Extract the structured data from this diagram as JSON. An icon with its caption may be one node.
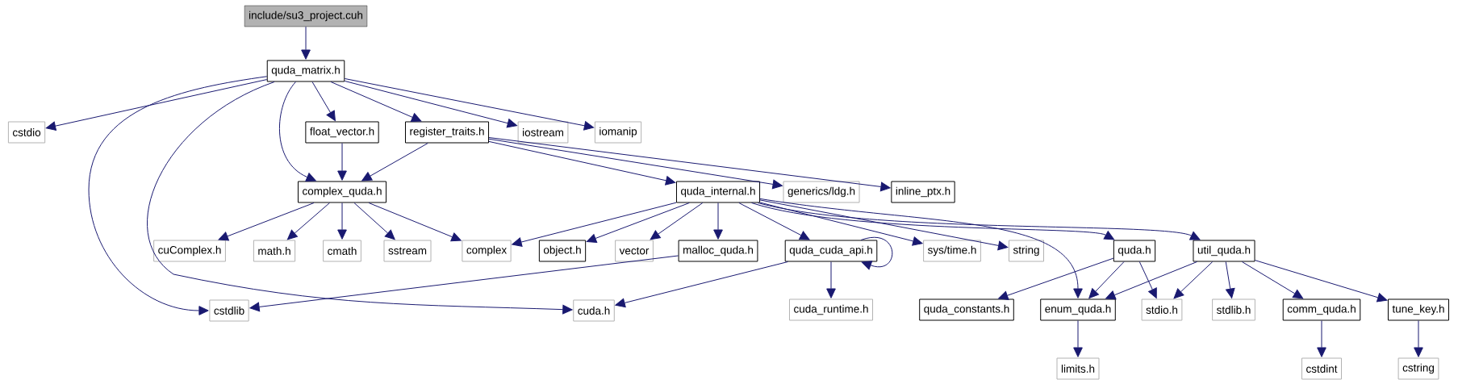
{
  "diagram": {
    "nodes": [
      {
        "text": [
          "include/su3_project.cuh"
        ]
      },
      {
        "text": [
          "quda_matrix.h"
        ]
      },
      {
        "text": [
          "cstdio"
        ]
      },
      {
        "text": [
          "float_vector.h"
        ]
      },
      {
        "text": [
          "register_traits.h"
        ]
      },
      {
        "text": [
          "iostream"
        ]
      },
      {
        "text": [
          "iomanip"
        ]
      },
      {
        "text": [
          "complex_quda.h"
        ]
      },
      {
        "text": [
          "quda_internal.h"
        ]
      },
      {
        "text": [
          "generics/ldg.h"
        ]
      },
      {
        "text": [
          "inline_ptx.h"
        ]
      },
      {
        "text": [
          "cuComplex.h"
        ]
      },
      {
        "text": [
          "math.h"
        ]
      },
      {
        "text": [
          "cmath"
        ]
      },
      {
        "text": [
          "sstream"
        ]
      },
      {
        "text": [
          "complex"
        ]
      },
      {
        "text": [
          "object.h"
        ]
      },
      {
        "text": [
          "vector"
        ]
      },
      {
        "text": [
          "malloc_quda.h"
        ]
      },
      {
        "text": [
          "quda_cuda_api.h"
        ]
      },
      {
        "text": [
          "sys/time.h"
        ]
      },
      {
        "text": [
          "string"
        ]
      },
      {
        "text": [
          "quda.h"
        ]
      },
      {
        "text": [
          "util_quda.h"
        ]
      },
      {
        "text": [
          "cstdlib"
        ]
      },
      {
        "text": [
          "cuda.h"
        ]
      },
      {
        "text": [
          "cuda_runtime.h"
        ]
      },
      {
        "text": [
          "quda_constants.h"
        ]
      },
      {
        "text": [
          "enum_quda.h"
        ]
      },
      {
        "text": [
          "stdio.h"
        ]
      },
      {
        "text": [
          "stdlib.h"
        ]
      },
      {
        "text": [
          "comm_quda.h"
        ]
      },
      {
        "text": [
          "tune_key.h"
        ]
      },
      {
        "text": [
          "limits.h"
        ]
      },
      {
        "text": [
          "cstdint"
        ]
      },
      {
        "text": [
          "cstring"
        ]
      }
    ],
    "edges": [
      {
        "from": 0,
        "to": 1,
        "arrow": "to"
      },
      {
        "from": 1,
        "to": 2,
        "arrow": "to"
      },
      {
        "from": 1,
        "to": 24,
        "arrow": "to"
      },
      {
        "from": 1,
        "to": 25,
        "arrow": "to"
      },
      {
        "from": 1,
        "to": 7,
        "arrow": "to"
      },
      {
        "from": 1,
        "to": 3,
        "arrow": "to"
      },
      {
        "from": 1,
        "to": 4,
        "arrow": "to"
      },
      {
        "from": 1,
        "to": 5,
        "arrow": "to"
      },
      {
        "from": 1,
        "to": 6,
        "arrow": "to"
      },
      {
        "from": 3,
        "to": 7,
        "arrow": "to"
      },
      {
        "from": 4,
        "to": 7,
        "arrow": "to"
      },
      {
        "from": 4,
        "to": 8,
        "arrow": "to"
      },
      {
        "from": 4,
        "to": 9,
        "arrow": "to"
      },
      {
        "from": 4,
        "to": 10,
        "arrow": "to"
      },
      {
        "from": 7,
        "to": 11,
        "arrow": "to"
      },
      {
        "from": 7,
        "to": 12,
        "arrow": "to"
      },
      {
        "from": 7,
        "to": 13,
        "arrow": "to"
      },
      {
        "from": 7,
        "to": 14,
        "arrow": "to"
      },
      {
        "from": 7,
        "to": 15,
        "arrow": "to"
      },
      {
        "from": 8,
        "to": 15,
        "arrow": "to"
      },
      {
        "from": 8,
        "to": 16,
        "arrow": "to"
      },
      {
        "from": 8,
        "to": 17,
        "arrow": "to"
      },
      {
        "from": 8,
        "to": 18,
        "arrow": "to"
      },
      {
        "from": 8,
        "to": 19,
        "arrow": "to"
      },
      {
        "from": 8,
        "to": 20,
        "arrow": "to"
      },
      {
        "from": 8,
        "to": 21,
        "arrow": "to"
      },
      {
        "from": 8,
        "to": 22,
        "arrow": "to"
      },
      {
        "from": 8,
        "to": 23,
        "arrow": "to"
      },
      {
        "from": 8,
        "to": 28,
        "arrow": "to"
      },
      {
        "from": 18,
        "to": 24,
        "arrow": "to"
      },
      {
        "from": 19,
        "to": 19,
        "arrow": "to"
      },
      {
        "from": 19,
        "to": 25,
        "arrow": "to"
      },
      {
        "from": 19,
        "to": 26,
        "arrow": "to"
      },
      {
        "from": 22,
        "to": 27,
        "arrow": "to"
      },
      {
        "from": 22,
        "to": 28,
        "arrow": "to"
      },
      {
        "from": 22,
        "to": 29,
        "arrow": "to"
      },
      {
        "from": 23,
        "to": 28,
        "arrow": "to"
      },
      {
        "from": 23,
        "to": 29,
        "arrow": "to"
      },
      {
        "from": 23,
        "to": 30,
        "arrow": "to"
      },
      {
        "from": 23,
        "to": 31,
        "arrow": "to"
      },
      {
        "from": 23,
        "to": 32,
        "arrow": "to"
      },
      {
        "from": 28,
        "to": 33,
        "arrow": "to"
      },
      {
        "from": 31,
        "to": 34,
        "arrow": "to"
      },
      {
        "from": 32,
        "to": 35,
        "arrow": "to"
      }
    ]
  }
}
